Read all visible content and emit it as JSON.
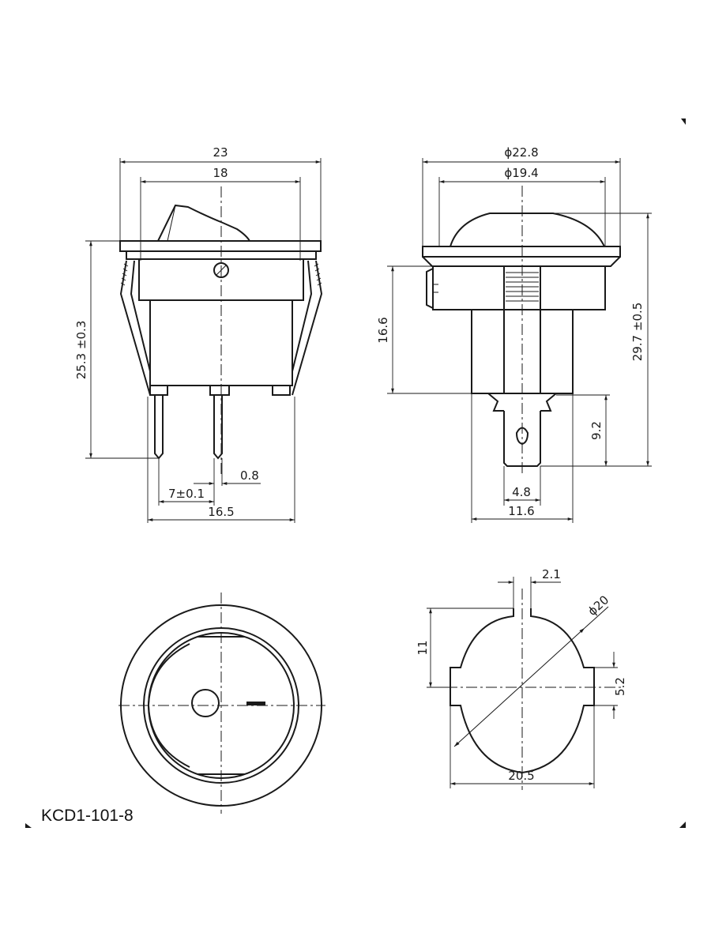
{
  "model": "KCD1-101-8",
  "front_view": {
    "width_outer": "23",
    "width_inner": "18",
    "height": "25.3 ±0.3",
    "pin_thickness": "0.8",
    "pin_pitch": "7±0.1",
    "body_width": "16.5"
  },
  "side_view": {
    "flange_diameter": "ϕ22.8",
    "cap_diameter": "ϕ19.4",
    "body_height": "16.6",
    "total_height": "29.7 ±0.5",
    "terminal_length": "9.2",
    "terminal_width": "4.8",
    "body_depth": "11.6"
  },
  "cutout_view": {
    "notch_width": "2.1",
    "diameter": "ϕ20",
    "half_height": "11",
    "flat_height": "5.2",
    "flat_width": "20.5"
  },
  "colors": {
    "line": "#1a1a1a",
    "background": "#ffffff"
  }
}
